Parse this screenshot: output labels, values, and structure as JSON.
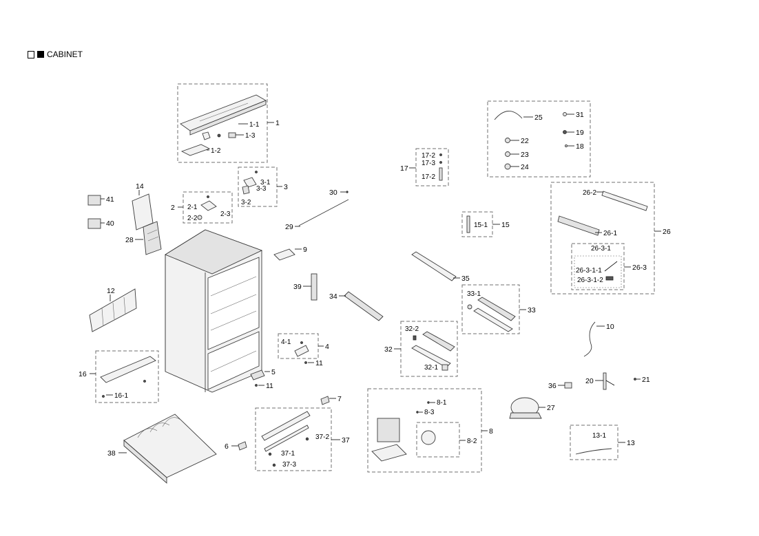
{
  "title": {
    "label": "CABINET"
  },
  "labels": {
    "p1": "1",
    "p1_1": "1-1",
    "p1_2": "1-2",
    "p1_3": "1-3",
    "p2": "2",
    "p2_1": "2-1",
    "p2_2": "2-2",
    "p2_3": "2-3",
    "p3": "3",
    "p3_1": "3-1",
    "p3_2": "3-2",
    "p3_3": "3-3",
    "p4": "4",
    "p4_1": "4-1",
    "p5": "5",
    "p6": "6",
    "p7": "7",
    "p8": "8",
    "p8_1": "8-1",
    "p8_2": "8-2",
    "p8_3": "8-3",
    "p9": "9",
    "p10": "10",
    "p11a": "11",
    "p11b": "11",
    "p12": "12",
    "p13": "13",
    "p13_1": "13-1",
    "p14": "14",
    "p15": "15",
    "p15_1": "15-1",
    "p16": "16",
    "p16_1": "16-1",
    "p17": "17",
    "p17_2a": "17-2",
    "p17_3": "17-3",
    "p17_2b": "17-2",
    "p18": "18",
    "p19": "19",
    "p20": "20",
    "p21": "21",
    "p22": "22",
    "p23": "23",
    "p24": "24",
    "p25": "25",
    "p26": "26",
    "p26_1": "26-1",
    "p26_2": "26-2",
    "p26_3": "26-3",
    "p26_3_1": "26-3-1",
    "p26_3_1_1": "26-3-1-1",
    "p26_3_1_2": "26-3-1-2",
    "p27": "27",
    "p28": "28",
    "p29": "29",
    "p30": "30",
    "p31": "31",
    "p32": "32",
    "p32_1": "32-1",
    "p32_2": "32-2",
    "p33": "33",
    "p33_1": "33-1",
    "p34": "34",
    "p35": "35",
    "p36": "36",
    "p37": "37",
    "p37_1": "37-1",
    "p37_2": "37-2",
    "p37_3": "37-3",
    "p38": "38",
    "p39": "39",
    "p40": "40",
    "p41": "41"
  }
}
